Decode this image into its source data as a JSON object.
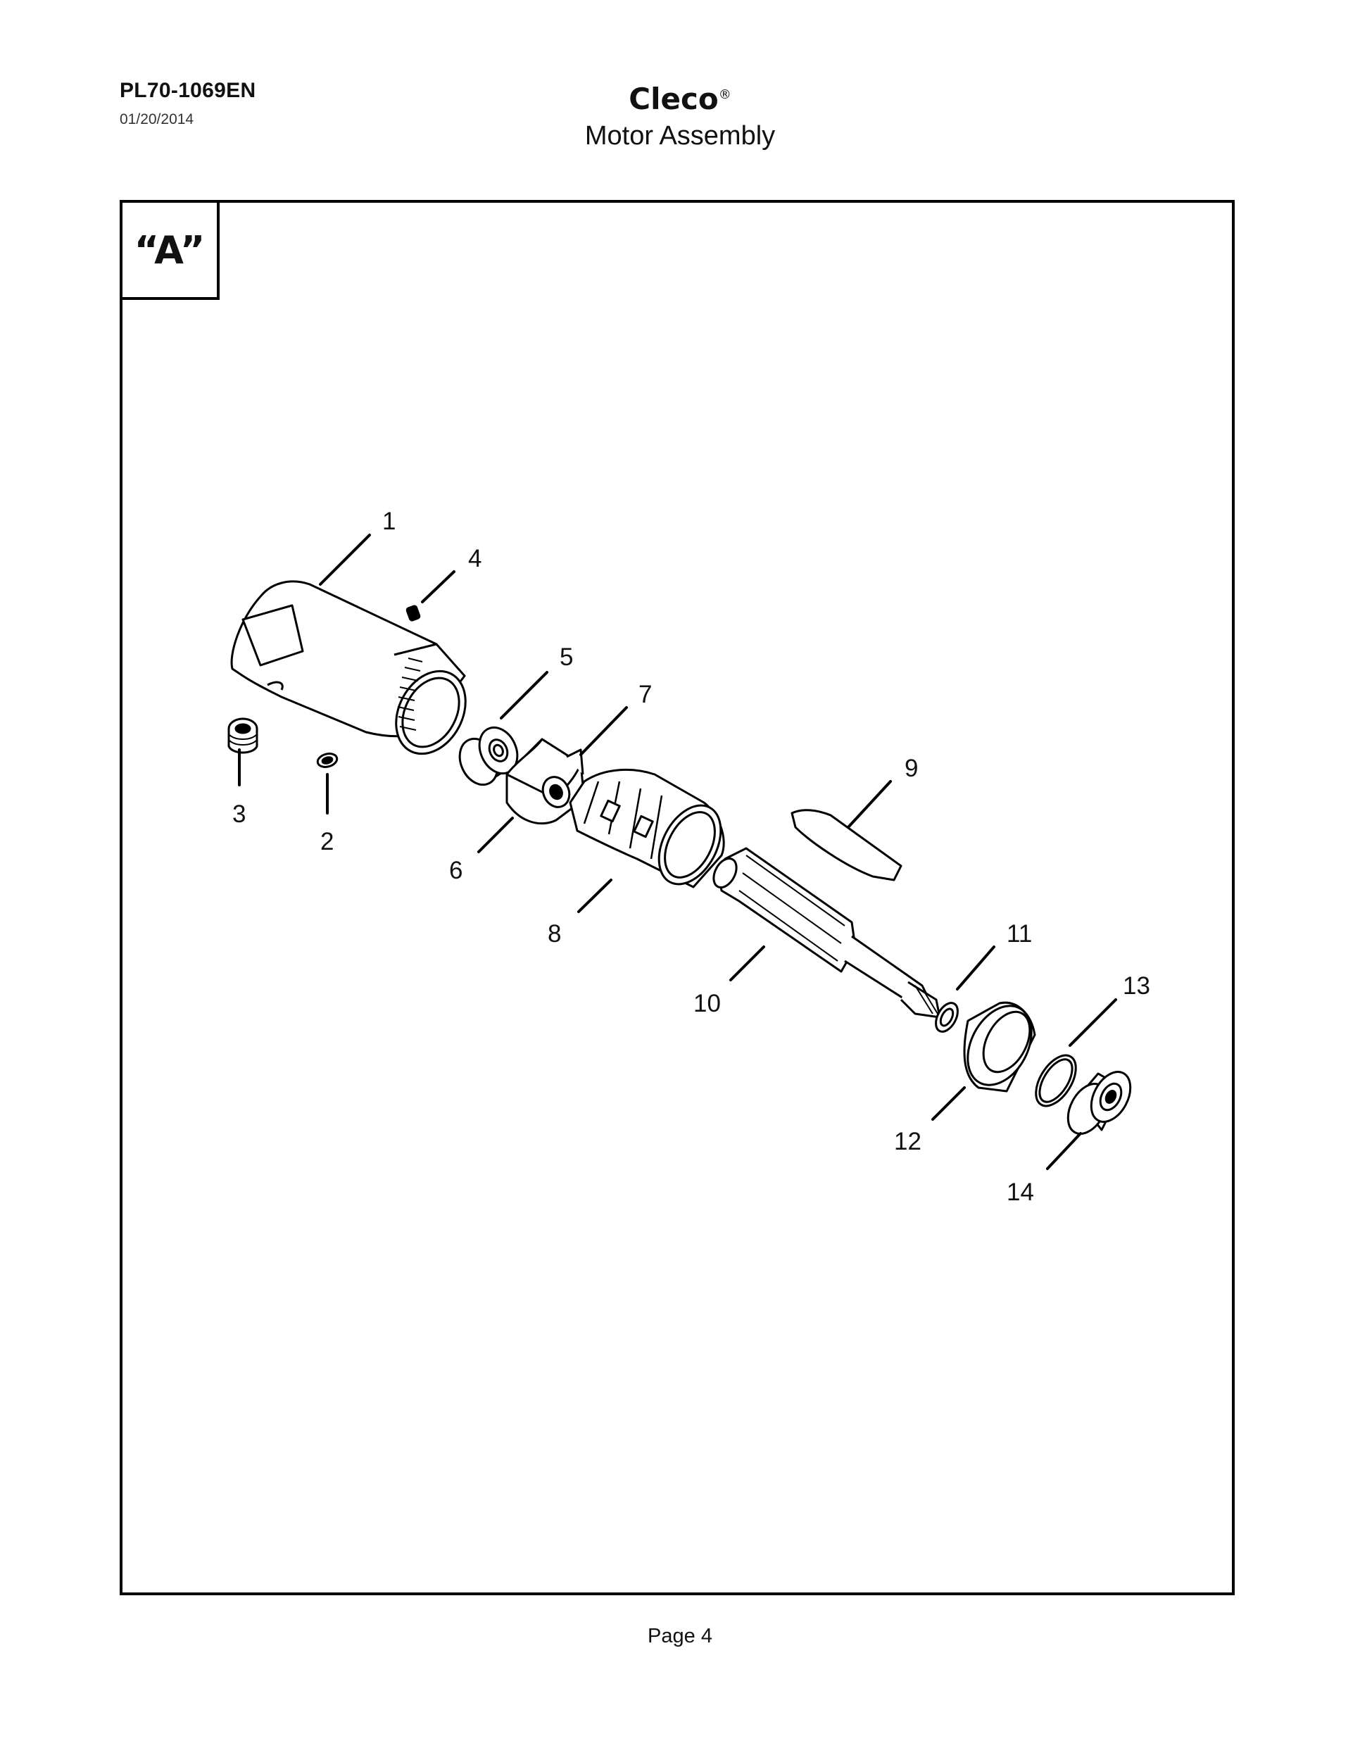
{
  "header": {
    "doc_number": "PL70-1069EN",
    "date": "01/20/2014",
    "brand": "Cleco",
    "brand_mark": "®",
    "title": "Motor Assembly"
  },
  "view": {
    "label": "“A”"
  },
  "callouts": [
    "1",
    "2",
    "3",
    "4",
    "5",
    "6",
    "7",
    "8",
    "9",
    "10",
    "11",
    "12",
    "13",
    "14"
  ],
  "footer": {
    "page": "Page 4"
  }
}
